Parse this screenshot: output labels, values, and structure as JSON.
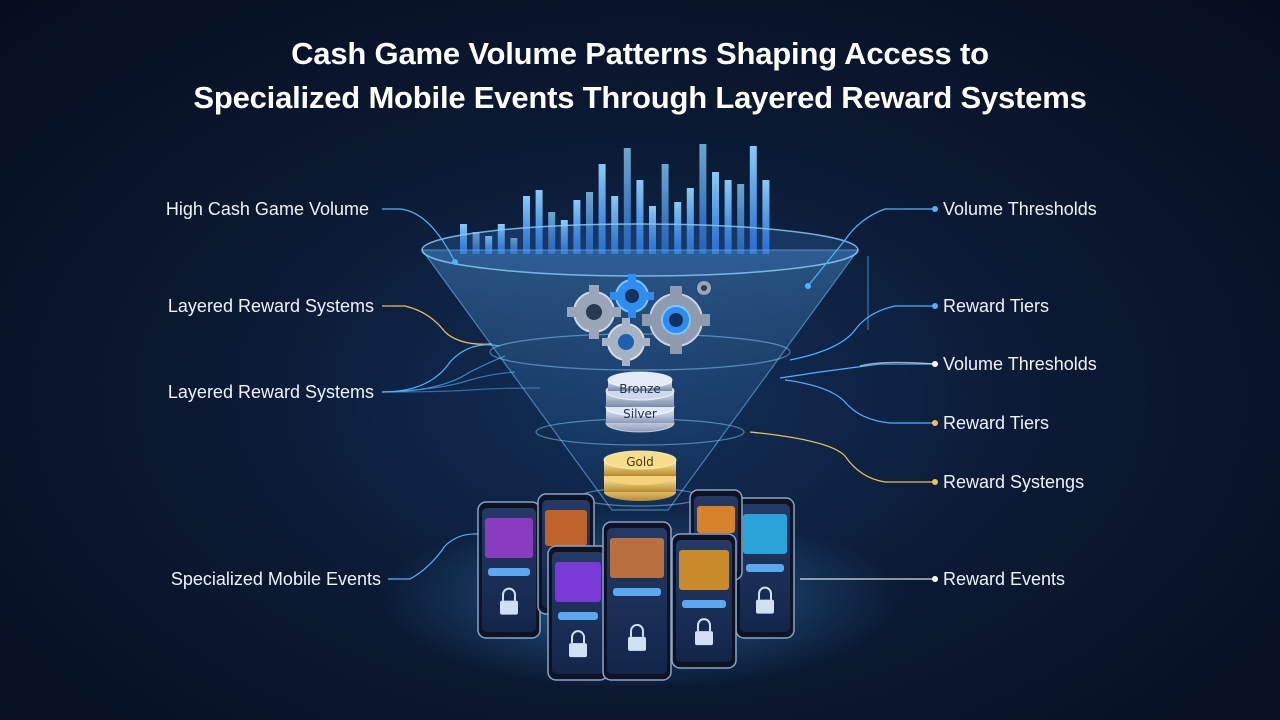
{
  "title": {
    "line1": "Cash Game Volume Patterns Shaping Access to",
    "line2": "Specialized Mobile Events Through Layered Reward Systems"
  },
  "left_labels": [
    {
      "text": "High Cash Game Volume"
    },
    {
      "text": "Layered Reward Systems"
    },
    {
      "text": "Layered Reward Systems"
    },
    {
      "text": "Specialized Mobile Events"
    }
  ],
  "right_labels": [
    {
      "text": "Volume Thresholds"
    },
    {
      "text": "Reward Tiers"
    },
    {
      "text": "Volume Thresholds"
    },
    {
      "text": "Reward Tiers"
    },
    {
      "text": "Reward Systengs"
    },
    {
      "text": "Reward Events"
    }
  ],
  "tiers": {
    "bronze": "Bronze",
    "silver": "Silver",
    "gold": "Gold"
  },
  "colors": {
    "background": "#0b1a34",
    "accent_blue": "#3fa9f5",
    "accent_gold": "#e8c15a",
    "text": "#ffffff"
  },
  "icons": [
    "bar-chart-icon",
    "gear-icon",
    "coin-stack-icon",
    "phone-icon",
    "lock-icon"
  ]
}
